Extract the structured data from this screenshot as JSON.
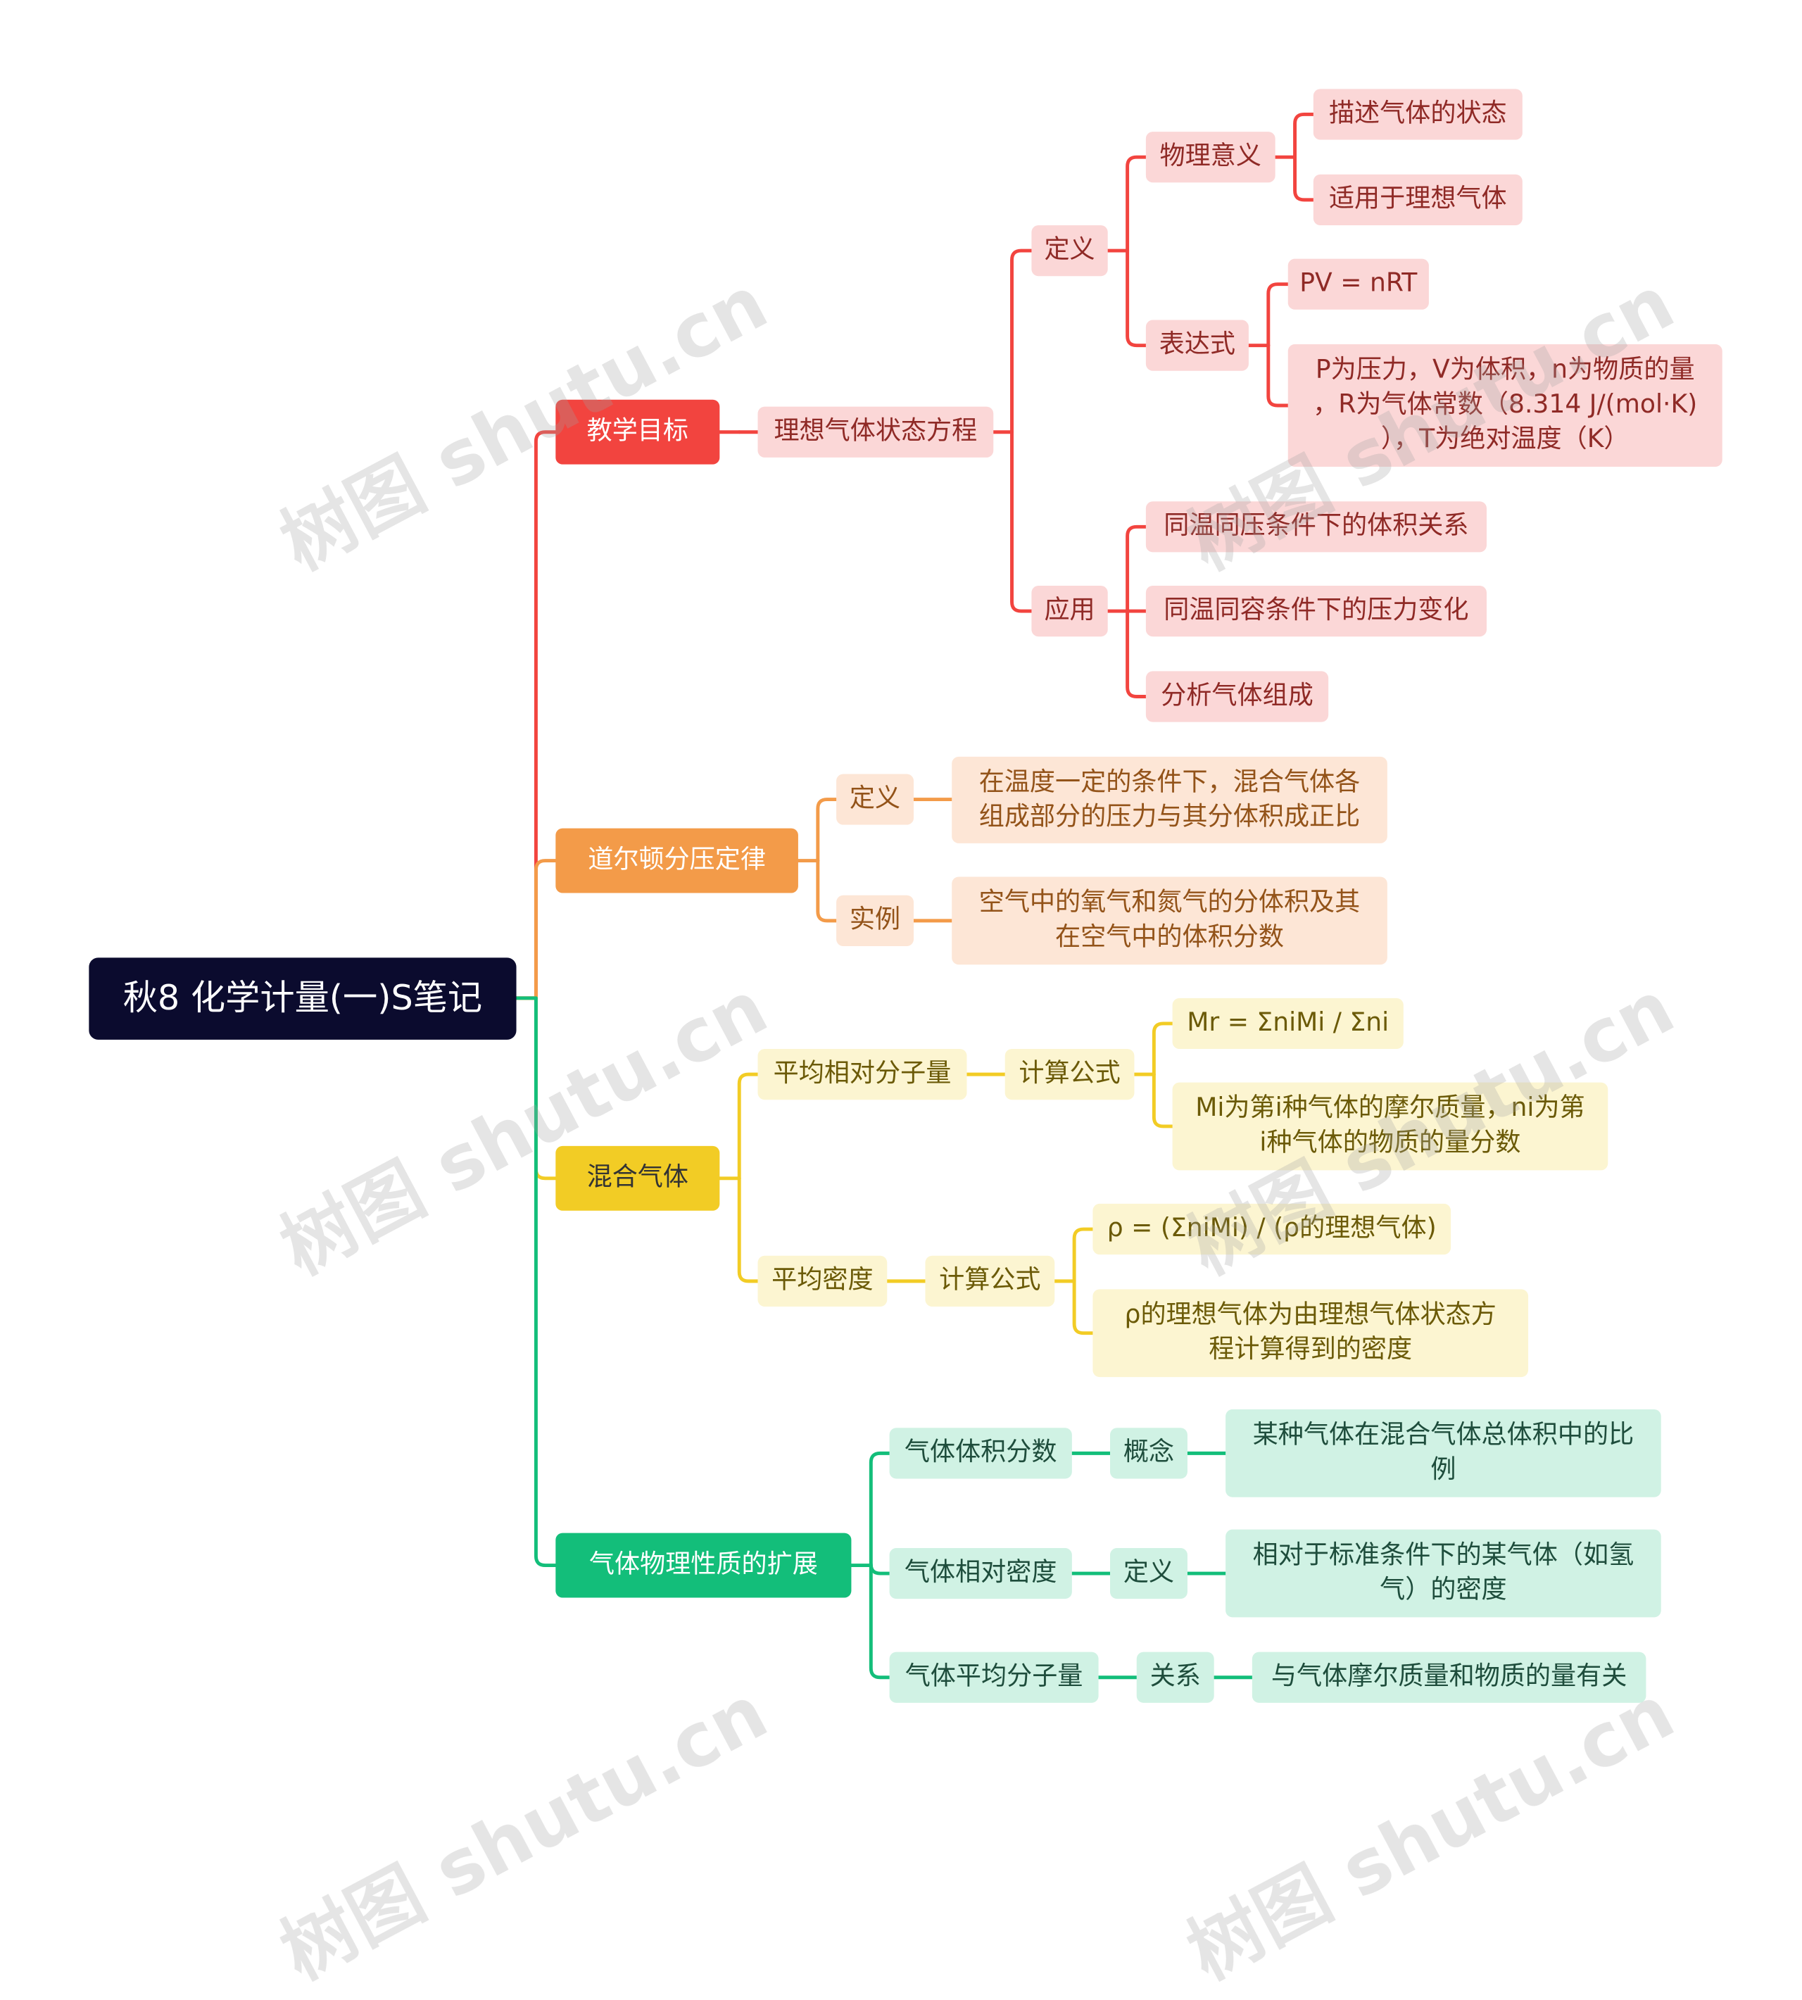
{
  "root": {
    "title": "秋8 化学计量(一)S笔记"
  },
  "colors": {
    "red": "#f2443f",
    "orange": "#f39b49",
    "yellow": "#f2cc25",
    "green": "#13be7a",
    "root": "#0b0b2e"
  },
  "branches": {
    "teaching": {
      "label": "教学目标",
      "ideal_gas": {
        "label": "理想气体状态方程",
        "definition": {
          "label": "定义",
          "physical_meaning": {
            "label": "物理意义",
            "items": [
              "描述气体的状态",
              "适用于理想气体"
            ]
          },
          "expression": {
            "label": "表达式",
            "formula": "PV = nRT",
            "explanation": [
              "P为压力，V为体积，n为物质的量",
              "，R为气体常数（8.314 J/(mol·K)",
              "），T为绝对温度（K）"
            ]
          }
        },
        "application": {
          "label": "应用",
          "items": [
            "同温同压条件下的体积关系",
            "同温同容条件下的压力变化",
            "分析气体组成"
          ]
        }
      }
    },
    "dalton": {
      "label": "道尔顿分压定律",
      "definition": {
        "label": "定义",
        "text": [
          "在温度一定的条件下，混合气体各",
          "组成部分的压力与其分体积成正比"
        ]
      },
      "example": {
        "label": "实例",
        "text": [
          "空气中的氧气和氮气的分体积及其",
          "在空气中的体积分数"
        ]
      }
    },
    "mixture": {
      "label": "混合气体",
      "avg_mass": {
        "label": "平均相对分子量",
        "formula_label": "计算公式",
        "formula": "Mr = ΣniMi / Σni",
        "explanation": [
          "Mi为第i种气体的摩尔质量，ni为第",
          "i种气体的物质的量分数"
        ]
      },
      "avg_density": {
        "label": "平均密度",
        "formula_label": "计算公式",
        "formula": "ρ = (ΣniMi) / (ρ的理想气体)",
        "explanation": [
          "ρ的理想气体为由理想气体状态方",
          "程计算得到的密度"
        ]
      }
    },
    "extension": {
      "label": "气体物理性质的扩展",
      "volume_fraction": {
        "label": "气体体积分数",
        "sub": "概念",
        "text": [
          "某种气体在混合气体总体积中的比",
          "例"
        ]
      },
      "relative_density": {
        "label": "气体相对密度",
        "sub": "定义",
        "text": [
          "相对于标准条件下的某气体（如氢",
          "气）的密度"
        ]
      },
      "avg_molecular": {
        "label": "气体平均分子量",
        "sub": "关系",
        "text": [
          "与气体摩尔质量和物质的量有关"
        ]
      }
    }
  },
  "watermark": "树图 shutu.cn"
}
